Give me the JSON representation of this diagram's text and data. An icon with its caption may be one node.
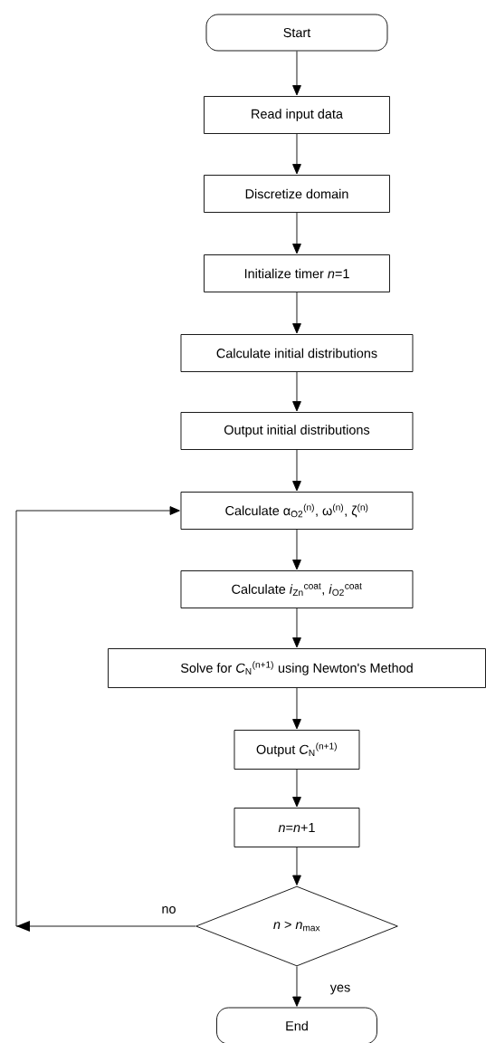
{
  "diagram": {
    "nodes": [
      {
        "text": [
          "Start"
        ]
      },
      {
        "text": [
          "Read input data"
        ]
      },
      {
        "text": [
          "Discretize domain"
        ]
      },
      {
        "text": [
          "Initialize timer *n*=1"
        ]
      },
      {
        "text": [
          "Calculate initial distributions"
        ]
      },
      {
        "text": [
          "Output initial distributions"
        ]
      },
      {
        "text": [
          "Calculate α$_{O2}$$^{(n)}$, ω$^{(n)}$, ζ$^{(n)}$"
        ]
      },
      {
        "text": [
          "Calculate *i*$_{Zn}$$^{coat}$, *i*$_{O2}$$^{coat}$"
        ]
      },
      {
        "text": [
          "Solve for *C*$_{N}$$^{(n+1)}$ using Newton's Method"
        ]
      },
      {
        "text": [
          "Output *C*$_{N}$$^{(n+1)}$"
        ]
      },
      {
        "text": [
          "*n*=*n*+1"
        ]
      },
      {
        "text": [
          "*n* > *n*$_{max}$"
        ]
      },
      {
        "text": [
          "End"
        ]
      }
    ],
    "edges": [
      {
        "from": 0,
        "to": 1,
        "arrow": "to"
      },
      {
        "from": 1,
        "to": 2,
        "arrow": "to"
      },
      {
        "from": 2,
        "to": 3,
        "arrow": "to"
      },
      {
        "from": 3,
        "to": 4,
        "arrow": "to"
      },
      {
        "from": 4,
        "to": 5,
        "arrow": "to"
      },
      {
        "from": 5,
        "to": 6,
        "arrow": "to"
      },
      {
        "from": 6,
        "to": 7,
        "arrow": "to"
      },
      {
        "from": 7,
        "to": 8,
        "arrow": "to"
      },
      {
        "from": 8,
        "to": 9,
        "arrow": "to"
      },
      {
        "from": 9,
        "to": 10,
        "arrow": "to"
      },
      {
        "from": 10,
        "to": 11,
        "arrow": "to"
      },
      {
        "from": 11,
        "to": 6,
        "arrow": "to",
        "label": "no"
      },
      {
        "from": 11,
        "to": 12,
        "arrow": "to",
        "label": "yes"
      }
    ]
  }
}
